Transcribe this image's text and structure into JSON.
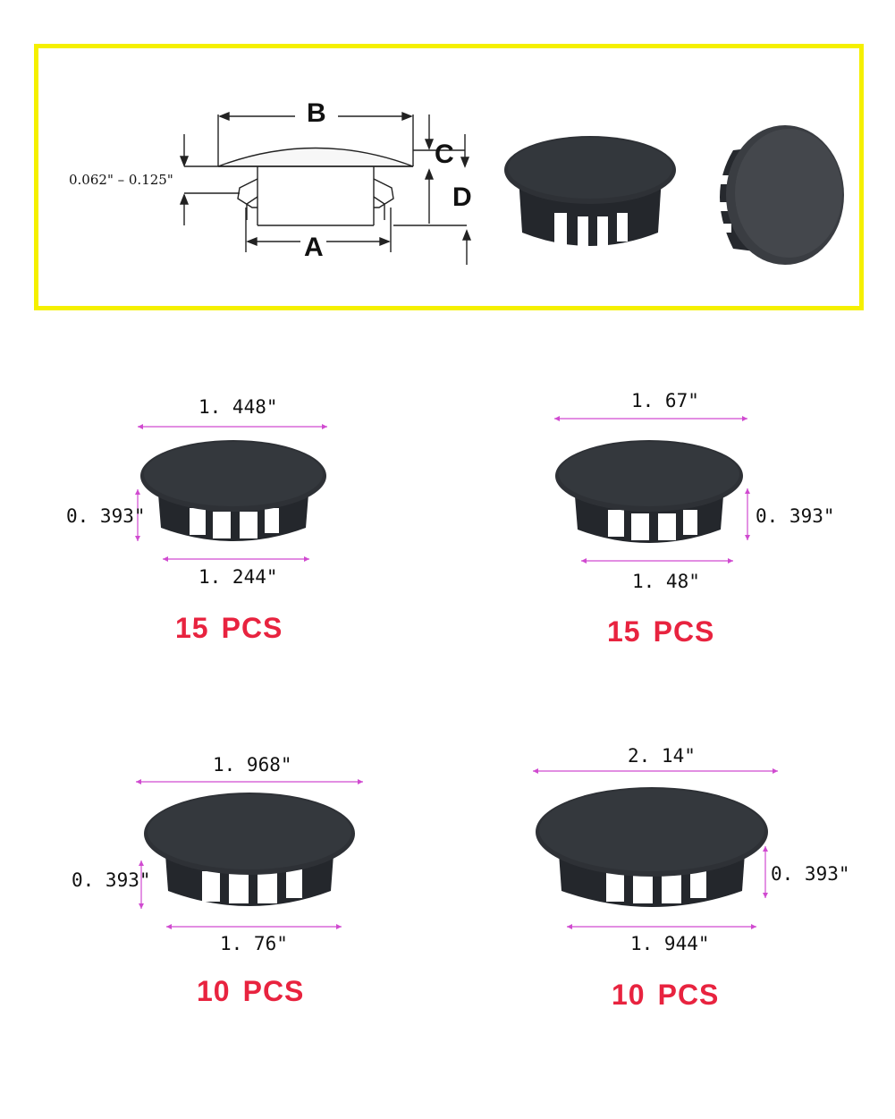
{
  "colors": {
    "frame": "#f5f000",
    "dimension_line": "#d04ad0",
    "quantity": "#e8233f",
    "cap": "#2b2e33"
  },
  "diagram": {
    "label_b": "B",
    "label_c": "C",
    "label_d": "D",
    "label_a": "A",
    "thickness_range": "0.062\" – 0.125\""
  },
  "products": [
    {
      "top_width": "1. 448\"",
      "height": "0. 393\"",
      "bottom_width": "1. 244\"",
      "qty_number": "15",
      "qty_unit": "PCS"
    },
    {
      "top_width": "1. 67\"",
      "height": "0. 393\"",
      "bottom_width": "1. 48\"",
      "qty_number": "15",
      "qty_unit": "PCS"
    },
    {
      "top_width": "1. 968\"",
      "height": "0. 393\"",
      "bottom_width": "1. 76\"",
      "qty_number": "10",
      "qty_unit": "PCS"
    },
    {
      "top_width": "2. 14\"",
      "height": "0. 393\"",
      "bottom_width": "1. 944\"",
      "qty_number": "10",
      "qty_unit": "PCS"
    }
  ]
}
